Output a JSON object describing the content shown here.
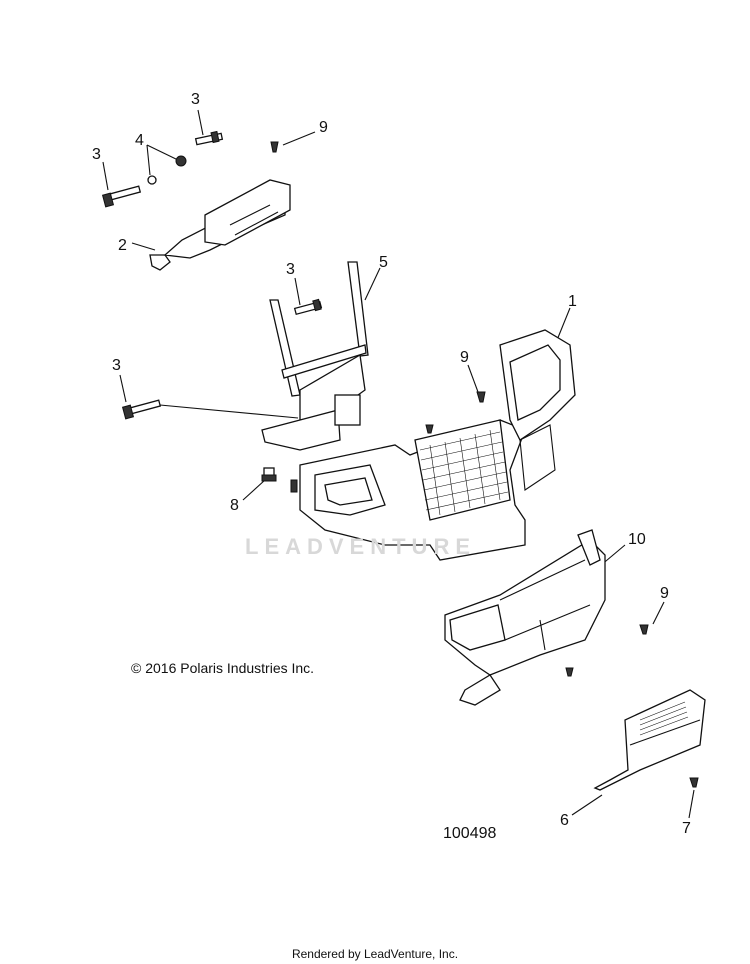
{
  "callouts": [
    {
      "id": "c3a",
      "text": "3"
    },
    {
      "id": "c9a",
      "text": "9"
    },
    {
      "id": "c3b",
      "text": "3"
    },
    {
      "id": "c4",
      "text": "4"
    },
    {
      "id": "c2",
      "text": "2"
    },
    {
      "id": "c3c",
      "text": "3"
    },
    {
      "id": "c5",
      "text": "5"
    },
    {
      "id": "c1",
      "text": "1"
    },
    {
      "id": "c3d",
      "text": "3"
    },
    {
      "id": "c9b",
      "text": "9"
    },
    {
      "id": "c8",
      "text": "8"
    },
    {
      "id": "c10",
      "text": "10"
    },
    {
      "id": "c9c",
      "text": "9"
    },
    {
      "id": "c6",
      "text": "6"
    },
    {
      "id": "c7",
      "text": "7"
    }
  ],
  "copyright": "© 2016 Polaris Industries Inc.",
  "part_number": "100498",
  "watermark": "LEADVENTURE",
  "footer": "Rendered by LeadVenture, Inc."
}
